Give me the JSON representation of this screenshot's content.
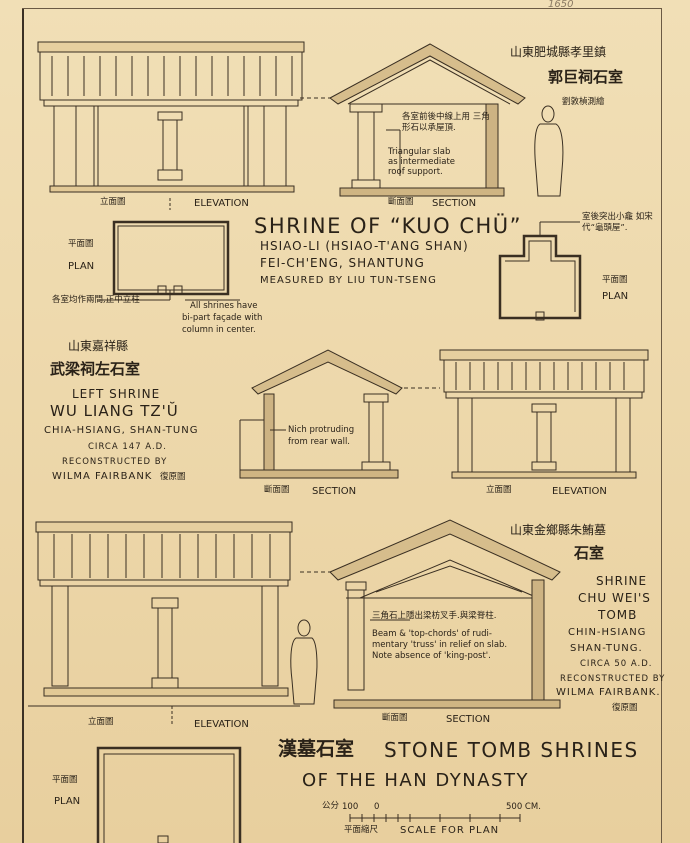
{
  "sheet_number": "1650",
  "kuo_chu": {
    "cn_location": "山東肥城縣孝里鎮",
    "cn_title": "郭巨祠石室",
    "cn_measured": "劉敦楨測繪",
    "title": "SHRINE OF “KUO CHÜ”",
    "loc1": "HSIAO-LI (HSIAO-T'ANG SHAN)",
    "loc2": "FEI-CH'ENG, SHANTUNG",
    "measured": "MEASURED BY LIU TUN-TSENG",
    "elev_cn": "立面圖",
    "elev": "ELEVATION",
    "sect_cn": "斷面圖",
    "sect": "SECTION",
    "plan_cn": "平面圖",
    "plan": "PLAN",
    "note_cn": "各室前後中線上用 三角形石以承屋頂.",
    "note1": "Triangular slab",
    "note2": "as intermediate",
    "note3": "roof support.",
    "plan_note_cn": "各室均作兩間,正中立柱",
    "plan_note1": "All shrines have",
    "plan_note2": "bi-part façade with",
    "plan_note3": "column in center."
  },
  "wu_liang": {
    "cn_location": "山東嘉祥縣",
    "cn_title": "武梁祠左石室",
    "title1": "LEFT SHRINE",
    "title2": "WU LIANG TZ'Ŭ",
    "loc": "CHIA-HSIANG, SHAN-TUNG",
    "date": "CIRCA 147 A.D.",
    "rec1": "RECONSTRUCTED BY",
    "rec2": "WILMA FAIRBANK",
    "rec_cn": "復原圖",
    "plan_note_cn": "室後突出小龕 如宋代“龜頭屋”.",
    "plan_cn": "平面圖",
    "plan": "PLAN",
    "nich1": "Nich protruding",
    "nich2": "from rear wall.",
    "sect_cn": "斷面圖",
    "sect": "SECTION",
    "elev_cn": "立面圖",
    "elev": "ELEVATION"
  },
  "chu_wei": {
    "cn_location": "山東金鄉縣朱鮪墓",
    "cn_title": "石室",
    "title1": "SHRINE",
    "title2": "CHU WEI'S",
    "title3": "TOMB",
    "loc1": "CHIN-HSIANG",
    "loc2": "SHAN-TUNG.",
    "date": "CIRCA 50 A.D.",
    "rec1": "RECONSTRUCTED BY",
    "rec2": "WILMA FAIRBANK.",
    "rec_cn": "復原圖",
    "note_cn": "三角石上隱出梁枋叉手.與梁脊柱.",
    "note1": "Beam & 'top-chords' of rudi-",
    "note2": "mentary 'truss' in relief on slab.",
    "note3": "Note absence of 'king-post'.",
    "elev_cn": "立面圖",
    "elev": "ELEVATION",
    "sect_cn": "斷面圖",
    "sect": "SECTION",
    "plan_cn": "平面圖",
    "plan": "PLAN"
  },
  "main": {
    "cn_title": "漢墓石室",
    "title1": "STONE TOMB SHRINES",
    "title2": "OF THE HAN DYNASTY"
  },
  "scale": {
    "cn_units": "公分",
    "left_value": "100",
    "zero": "0",
    "right_value": "500 CM.",
    "cn_label": "平面縮尺",
    "label": "SCALE FOR PLAN"
  }
}
